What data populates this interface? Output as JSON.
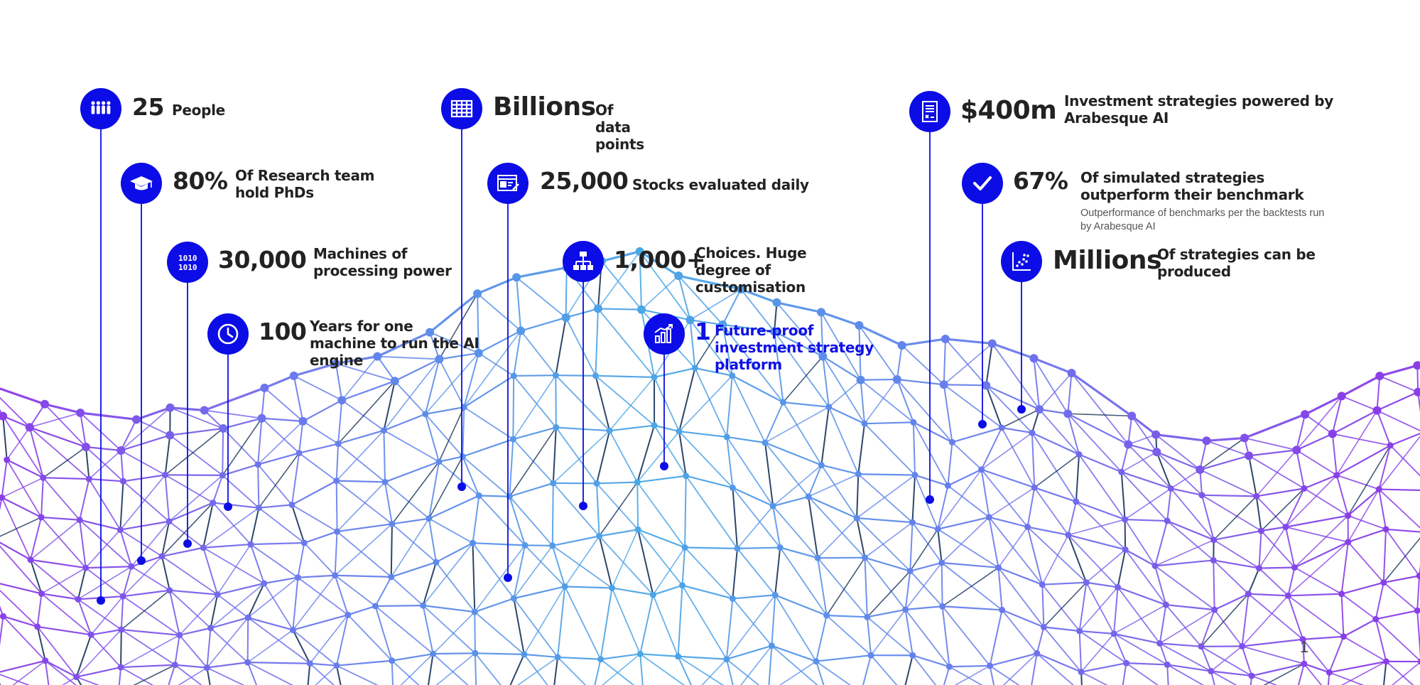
{
  "stats": {
    "people": {
      "value": "25",
      "desc": "People",
      "icon": "people-icon"
    },
    "phds": {
      "value": "80%",
      "desc": "Of Research team hold PhDs",
      "icon": "graduation-cap-icon"
    },
    "machines": {
      "value": "30,000",
      "desc": "Machines of processing power",
      "icon": "binary-code-icon"
    },
    "years": {
      "value": "100",
      "desc": "Years for one machine to run the AI engine",
      "icon": "clock-icon"
    },
    "data_points": {
      "value": "Billions",
      "desc": "Of data points",
      "icon": "grid-table-icon"
    },
    "stocks": {
      "value": "25,000",
      "desc": "Stocks evaluated daily",
      "icon": "browser-window-icon"
    },
    "choices": {
      "value": "1,000+",
      "desc": "Choices. Huge degree of customisation",
      "icon": "hierarchy-icon"
    },
    "platform": {
      "value": "1",
      "desc": "Future-proof investment strategy platform",
      "icon": "growth-chart-icon"
    },
    "aum": {
      "value": "$400m",
      "desc": "Investment strategies powered by Arabesque AI",
      "icon": "document-icon"
    },
    "outperform": {
      "value": "67%",
      "desc": "Of simulated strategies outperform their benchmark",
      "note": "Outperformance of benchmarks per the backtests run by Arabesque AI",
      "icon": "checkmark-icon"
    },
    "strategies": {
      "value": "Millions",
      "desc": "Of strategies can be produced",
      "icon": "scatter-plot-icon"
    }
  },
  "page_number": "1",
  "colors": {
    "accent": "#0c0ce6",
    "text": "#222222",
    "mesh_purple": "#8a3ee8",
    "mesh_blue": "#6b78ec",
    "mesh_cyan": "#4aa8e6",
    "mesh_dark": "#16325a"
  }
}
